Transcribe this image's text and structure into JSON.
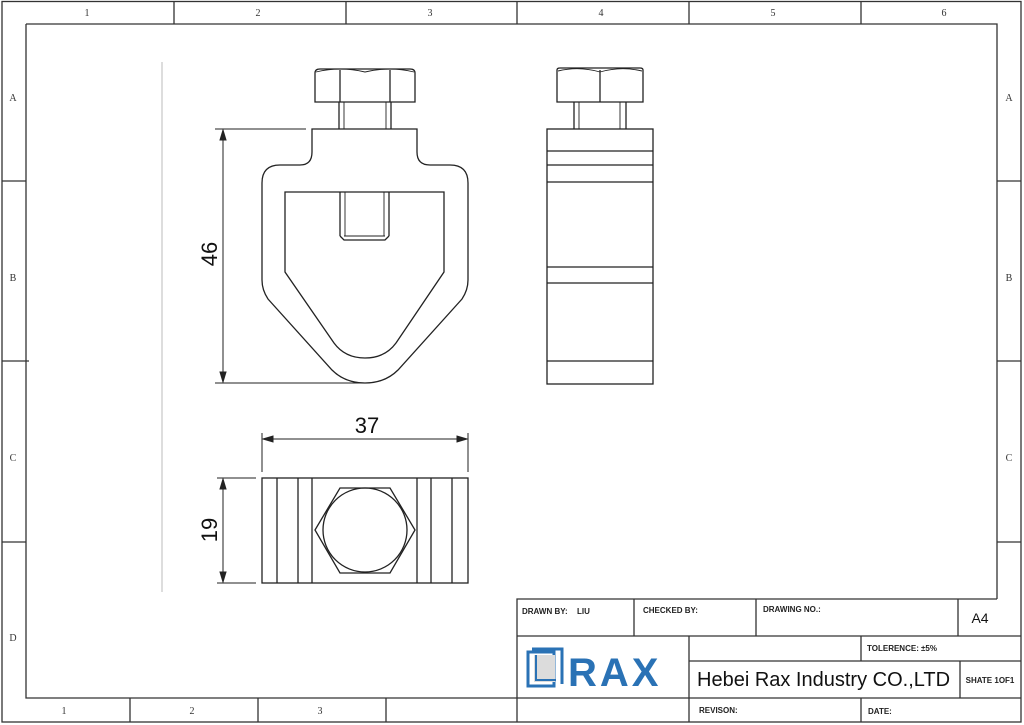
{
  "sheet": {
    "size": "A4",
    "column_labels_top": [
      "1",
      "2",
      "3",
      "4",
      "5",
      "6"
    ],
    "column_labels_bottom": [
      "1",
      "2",
      "3"
    ],
    "row_labels_left": [
      "A",
      "B",
      "C",
      "D"
    ],
    "row_labels_right": [
      "A",
      "B",
      "C"
    ]
  },
  "drawing": {
    "front_view": {
      "height_dimension": "46"
    },
    "top_view": {
      "width_dimension": "37",
      "depth_dimension": "19"
    }
  },
  "title_block": {
    "drawn_by_label": "DRAWN BY:",
    "drawn_by_value": "LIU",
    "checked_by_label": "CHECKED BY:",
    "drawing_no_label": "DRAWING NO.:",
    "paper_size": "A4",
    "tolerance_label": "TOLERENCE:",
    "tolerance_value": "±5%",
    "company_name": "Hebei Rax Industry CO.,LTD",
    "sheet_label": "SHATE 1OF1",
    "revision_label": "REVISON:",
    "date_label": "DATE:",
    "logo_text": "RAX",
    "brand_color": "#2a72b5"
  }
}
